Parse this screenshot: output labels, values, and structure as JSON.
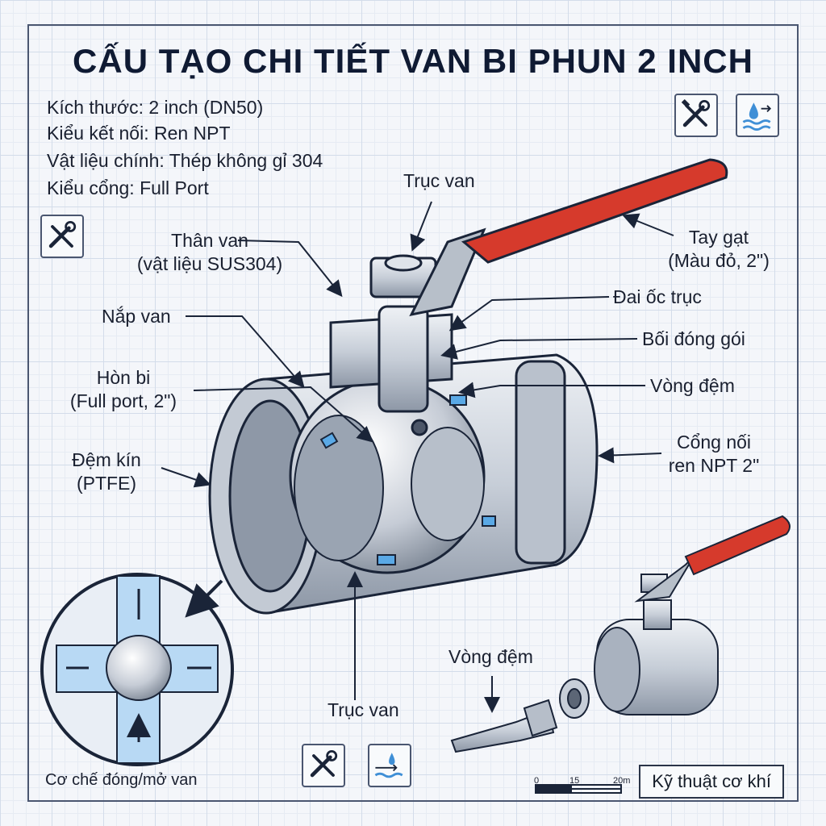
{
  "title": "CẤU TẠO CHI TIẾT VAN BI PHUN 2 INCH",
  "specs": [
    "Kích thước: 2 inch (DN50)",
    "Kiểu kết nối: Ren NPT",
    "Vật liệu chính: Thép không gỉ 304",
    "Kiểu cổng: Full Port"
  ],
  "labels": {
    "stem_top": "Trục van",
    "body_line1": "Thân van",
    "body_line2": "(vật liệu SUS304)",
    "bonnet": "Nắp van",
    "ball_line1": "Hòn bi",
    "ball_line2": "(Full port, 2\")",
    "seal_line1": "Đệm kín",
    "seal_line2": "(PTFE)",
    "handle_line1": "Tay gạt",
    "handle_line2": "(Màu đỏ, 2\")",
    "stem_nut": "Đai ốc trục",
    "packing": "Bối đóng gói",
    "washer": "Vòng đệm",
    "port_line1": "Cổng nối",
    "port_line2": "ren NPT 2\"",
    "stem_bottom": "Trục van",
    "washer_exploded": "Vòng đệm"
  },
  "mechanism_caption": "Cơ chế đóng/mở van",
  "footer_badge": "Kỹ thuật cơ khí",
  "scale_bar": {
    "ticks": [
      "0",
      "15",
      "20m"
    ]
  },
  "icons": [
    "wrench-screwdriver-icon",
    "water-flow-icon"
  ],
  "colors": {
    "handle": "#d63a2c",
    "seal": "#5aa9e6",
    "ink": "#1a2438",
    "steel": "#c9d0d9"
  }
}
